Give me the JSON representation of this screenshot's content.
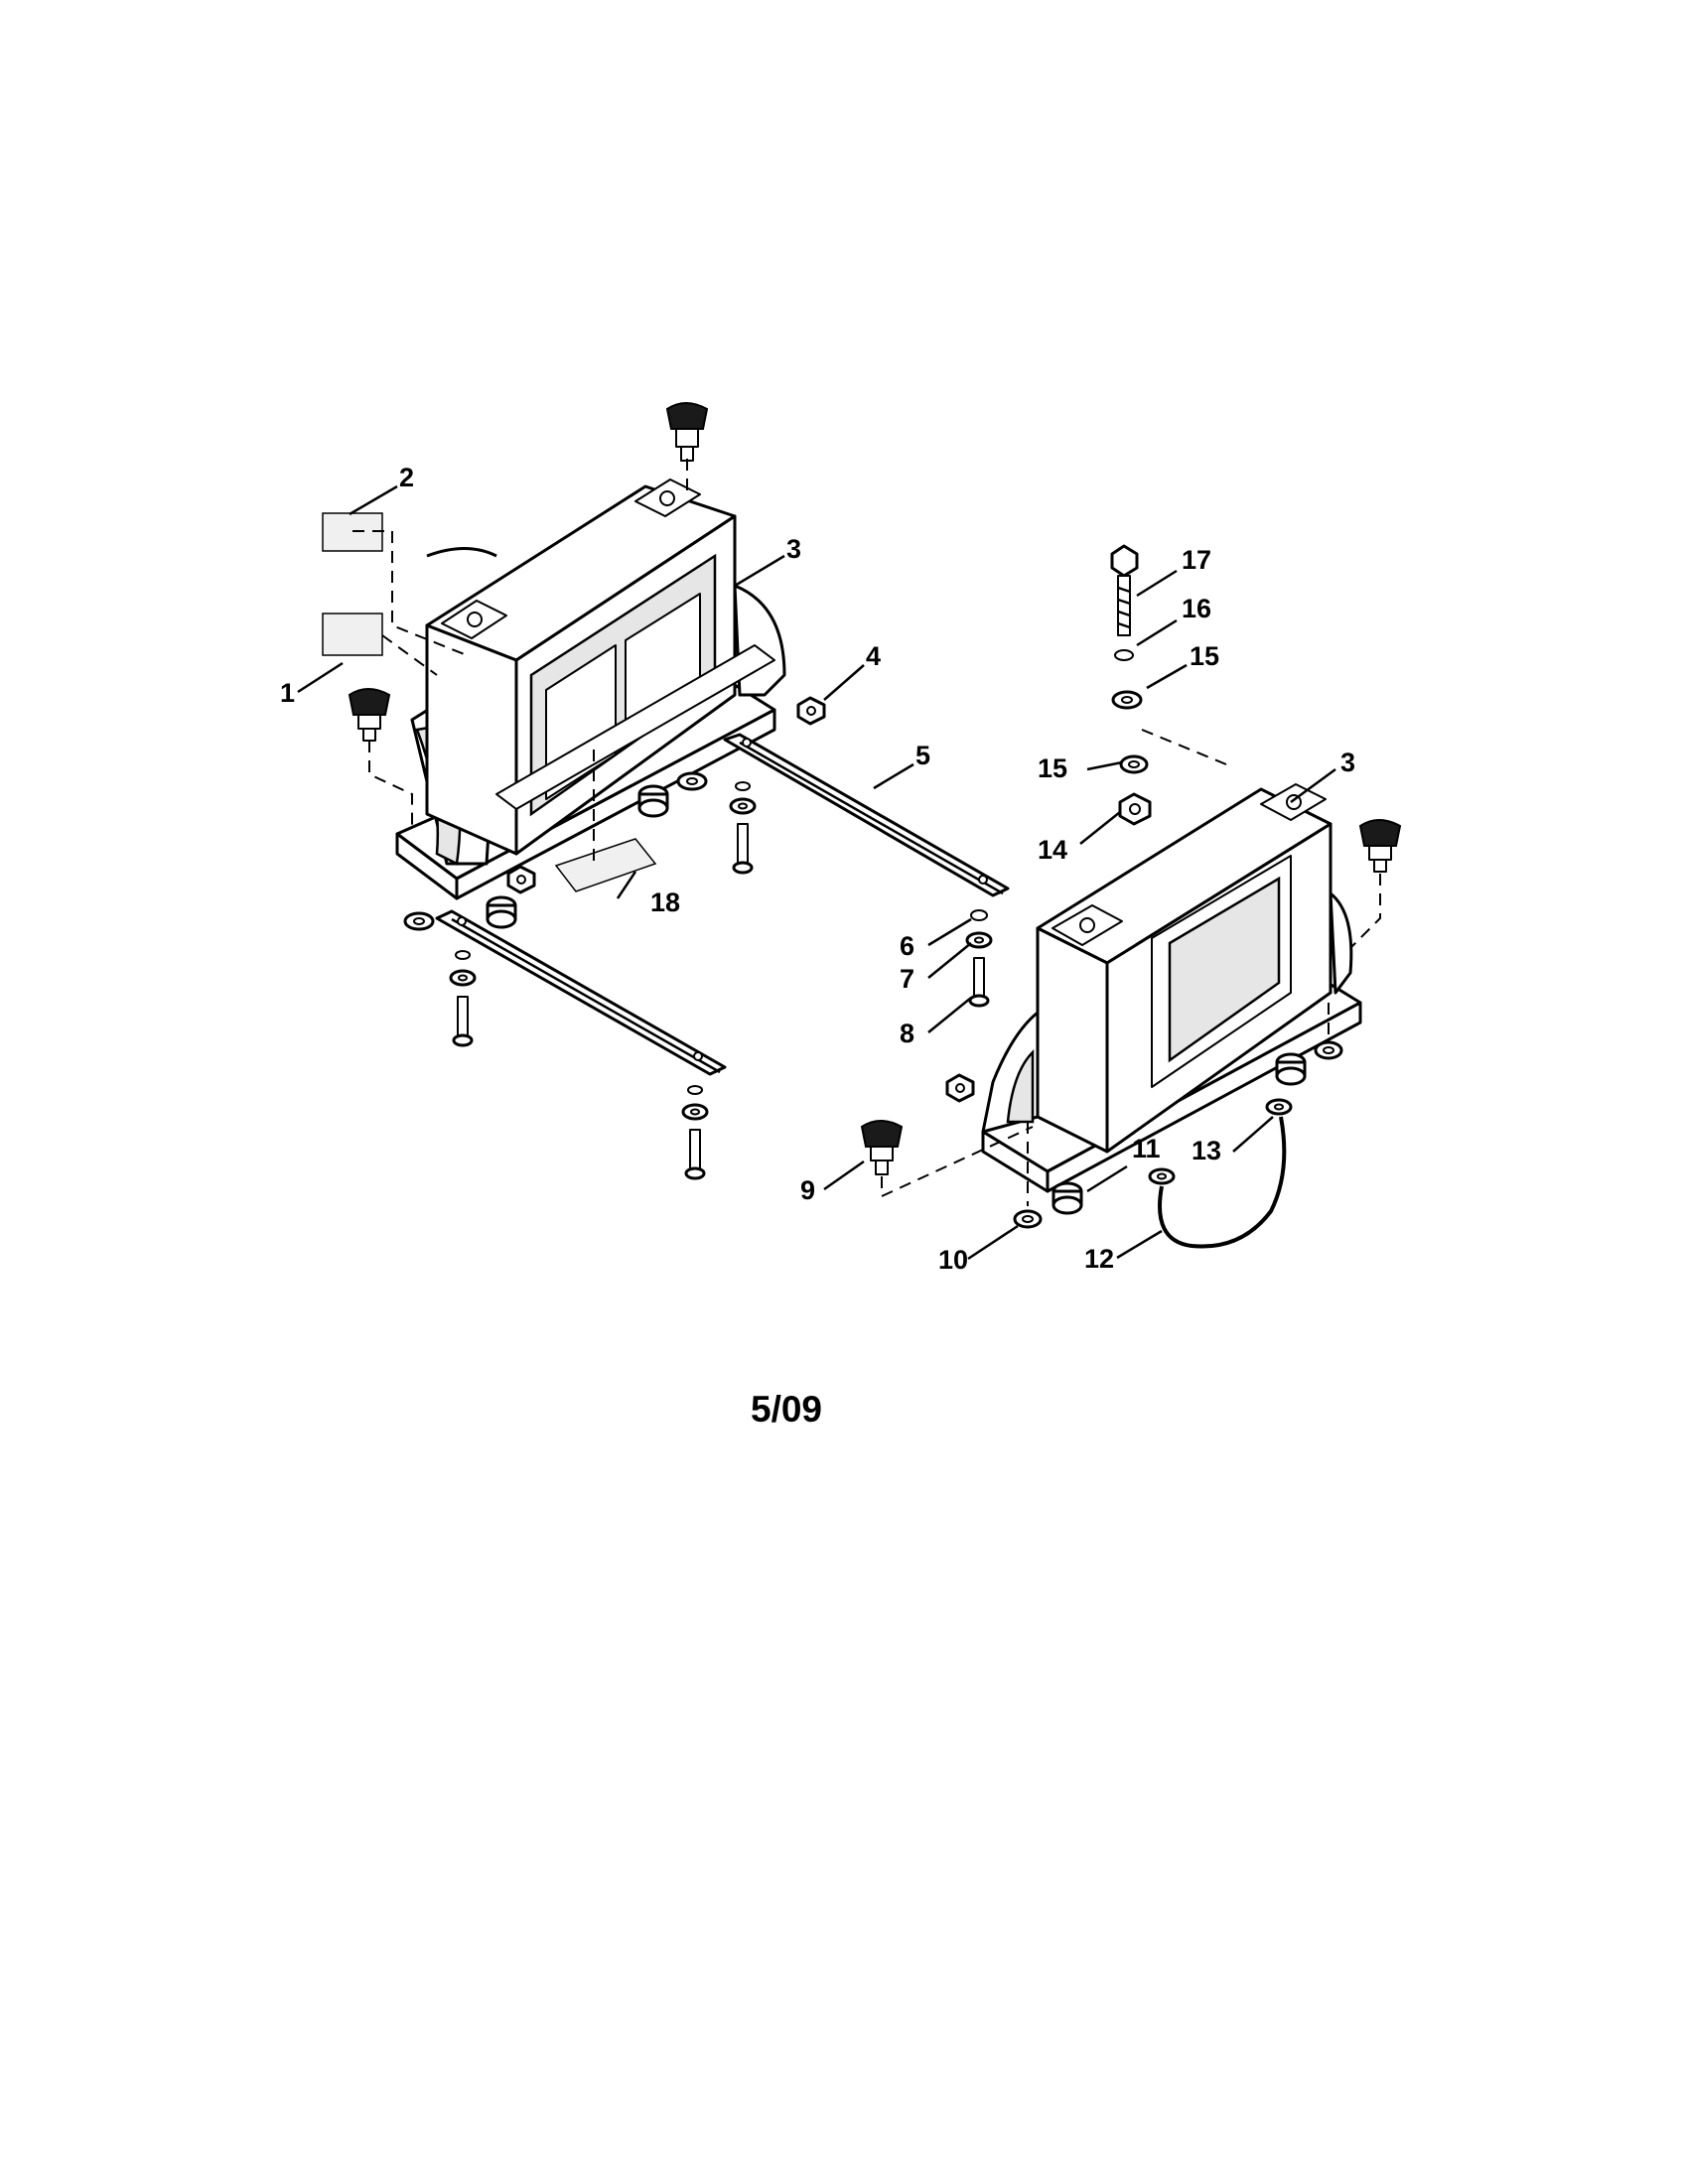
{
  "diagram": {
    "callouts": [
      "1",
      "2",
      "3",
      "3",
      "4",
      "5",
      "6",
      "7",
      "8",
      "9",
      "10",
      "11",
      "12",
      "13",
      "14",
      "15",
      "15",
      "16",
      "17",
      "18"
    ],
    "footer": "5/09"
  }
}
